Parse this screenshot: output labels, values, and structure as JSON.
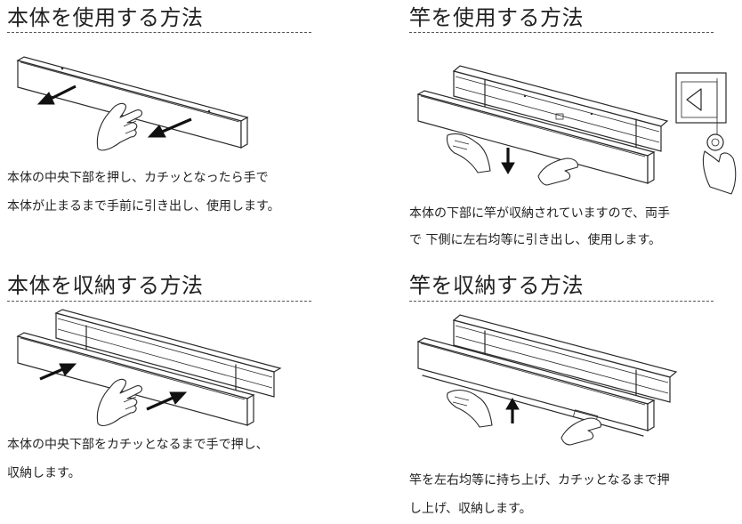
{
  "sections": {
    "use_body": {
      "heading": "本体を使用する方法",
      "desc_line1": "本体の中央下部を押し、カチッとなったら手で",
      "desc_line2": "本体が止まるまで手前に引き出し、使用します。"
    },
    "use_pole": {
      "heading": "竿を使用する方法",
      "desc_line1": "本体の下部に竿が収納されていますので、両手",
      "desc_line2": "で 下側に左右均等に引き出し、使用します。"
    },
    "store_body": {
      "heading": "本体を収納する方法",
      "desc_line1": "本体の中央下部をカチッとなるまで手で押し、",
      "desc_line2": "収納します。"
    },
    "store_pole": {
      "heading": "竿を収納する方法",
      "desc_line1": "竿を左右均等に持ち上げ、カチッとなるまで押",
      "desc_line2": "し上げ、収納します。"
    }
  }
}
